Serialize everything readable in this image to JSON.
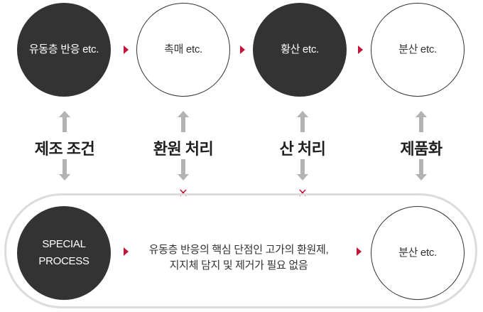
{
  "top_row": [
    {
      "text": "유동층 반응 etc.",
      "style": "dark"
    },
    {
      "text": "촉매 etc.",
      "style": "light"
    },
    {
      "text": "황산 etc.",
      "style": "dark"
    },
    {
      "text": "분산 etc.",
      "style": "light"
    }
  ],
  "stages": [
    {
      "label": "제조 조건"
    },
    {
      "label": "환원 처리"
    },
    {
      "label": "산 처리"
    },
    {
      "label": "제품화"
    }
  ],
  "bottom_row": {
    "special": "SPECIAL\nPROCESS",
    "description": "유동층 반응의 핵심 단점인 고가의 환원제,\n지지체 담지 및 제거가 필요 없음",
    "end": "분산 etc."
  },
  "x_mark": "✕",
  "colors": {
    "accent": "#c0163c",
    "dark": "#333333",
    "arrow": "#b3b3b3",
    "pill_border": "#dcdcdc"
  }
}
